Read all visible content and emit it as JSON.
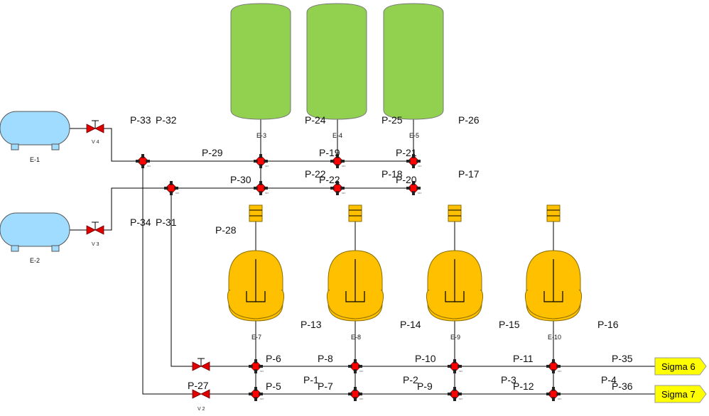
{
  "colors": {
    "tank": "#92d050",
    "vessel": "#9fdcff",
    "reactor": "#ffc000",
    "junction": "#ff0000",
    "valve": "#e00000",
    "tag": "#ffff00"
  },
  "equipment": {
    "e1": "E-1",
    "e2": "E-2",
    "e3": "E-3",
    "e4": "E-4",
    "e5": "E-5",
    "e7": "E-7",
    "e8": "E-8",
    "e9": "E-9",
    "e10": "E-10"
  },
  "valves": {
    "v4": "V 4",
    "v3": "V 3",
    "v2": "V 2"
  },
  "outputs": {
    "sigma6": "Sigma 6",
    "sigma7": "Sigma 7"
  },
  "pipes": {
    "p1": "P-1",
    "p2": "P-2",
    "p3": "P-3",
    "p4": "P-4",
    "p5": "P-5",
    "p6": "P-6",
    "p7": "P-7",
    "p8": "P-8",
    "p9": "P-9",
    "p10": "P-10",
    "p11": "P-11",
    "p12": "P-12",
    "p13": "P-13",
    "p14": "P-14",
    "p15": "P-15",
    "p16": "P-16",
    "p17": "P-17",
    "p18": "P-18",
    "p19": "P-19",
    "p20": "P-20",
    "p21": "P-21",
    "p22a": "P-22",
    "p22b": "P-22",
    "p24": "P-24",
    "p25": "P-25",
    "p26": "P-26",
    "p27": "P-27",
    "p28": "P-28",
    "p29": "P-29",
    "p30": "P-30",
    "p31": "P-31",
    "p32": "P-32",
    "p33": "P-33",
    "p34": "P-34",
    "p35": "P-35",
    "p36": "P-36"
  },
  "junction_tag": "MIX"
}
